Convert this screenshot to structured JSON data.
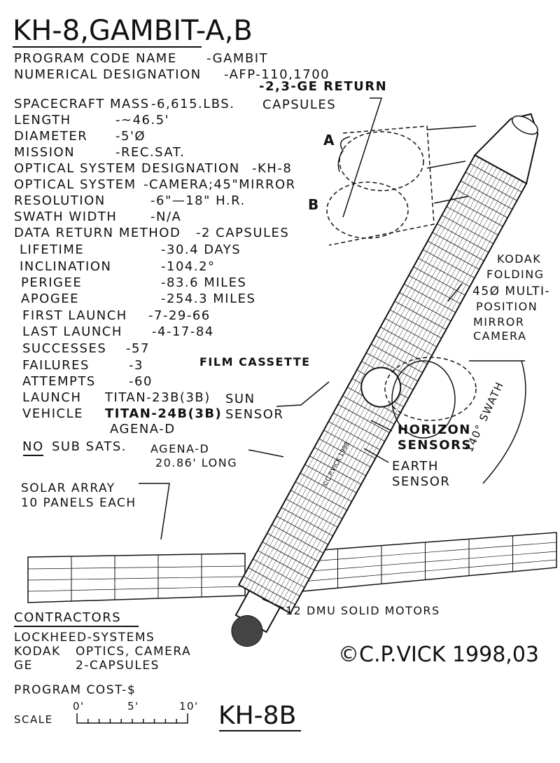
{
  "title": "KH-8,GAMBIT-A,B",
  "specs": [
    {
      "label": "PROGRAM CODE NAME",
      "value": "-GAMBIT"
    },
    {
      "label": "NUMERICAL DESIGNATION",
      "value": "-AFP-110,1700"
    },
    {
      "label": "SPACECRAFT MASS",
      "value": "-6,615.LBS."
    },
    {
      "label": "LENGTH",
      "value": "-~46.5'"
    },
    {
      "label": "DIAMETER",
      "value": "-5'Ø"
    },
    {
      "label": "MISSION",
      "value": "-REC.SAT."
    },
    {
      "label": "OPTICAL SYSTEM DESIGNATION",
      "value": "-KH-8"
    },
    {
      "label": "OPTICAL SYSTEM",
      "value": "-CAMERA;45\"MIRROR"
    },
    {
      "label": "RESOLUTION",
      "value": "-6\"—18\" H.R."
    },
    {
      "label": "SWATH WIDTH",
      "value": "-N/A"
    },
    {
      "label": "DATA RETURN METHOD",
      "value": "-2 CAPSULES"
    },
    {
      "label": "LIFETIME",
      "value": "-30.4 DAYS"
    },
    {
      "label": "INCLINATION",
      "value": "-104.2°"
    },
    {
      "label": "PERIGEE",
      "value": "-83.6 MILES"
    },
    {
      "label": "APOGEE",
      "value": "-254.3 MILES"
    },
    {
      "label": "FIRST LAUNCH",
      "value": "-7-29-66"
    },
    {
      "label": "LAST LAUNCH",
      "value": "-4-17-84"
    },
    {
      "label": "SUCCESSES",
      "value": "-57"
    },
    {
      "label": "FAILURES",
      "value": "-3"
    },
    {
      "label": "ATTEMPTS",
      "value": "-60"
    },
    {
      "label": "LAUNCH",
      "value": "TITAN-23B(3B)"
    },
    {
      "label": "VEHICLE",
      "value": "TITAN-24B(3B)"
    },
    {
      "label": "",
      "value": "AGENA-D"
    },
    {
      "label": "NO",
      "value": "SUB SATS."
    }
  ],
  "callouts": {
    "ge_return": "-2,3-GE RETURN",
    "capsules": "CAPSULES",
    "a": "A",
    "b": "B",
    "kodak": [
      "KODAK",
      "FOLDING",
      "45Ø MULTI-",
      "POSITION",
      "MIRROR",
      "CAMERA"
    ],
    "film_cassette": "FILM CASSETTE",
    "sun_sensor": [
      "SUN",
      "SENSOR"
    ],
    "horizon_sensors": [
      "HORIZON",
      "SENSORS"
    ],
    "earth_sensor": [
      "EARTH",
      "SENSOR"
    ],
    "swath": "140° SWATH",
    "agena": [
      "AGENA-D",
      "20.86' LONG"
    ],
    "solar_array": [
      "SOLAR ARRAY",
      "10 PANELS EACH"
    ],
    "dmu": "12 DMU SOLID MOTORS",
    "watermark": "©C.P.VICK 1998"
  },
  "contractors": {
    "heading": "CONTRACTORS",
    "rows": [
      {
        "name": "LOCKHEED",
        "role": "-SYSTEMS"
      },
      {
        "name": "KODAK",
        "role": "OPTICS, CAMERA"
      },
      {
        "name": "GE",
        "role": "2-CAPSULES"
      }
    ]
  },
  "program_cost": "PROGRAM COST-$",
  "scale": {
    "label": "SCALE",
    "ticks": [
      "0'",
      "5'",
      "10'"
    ]
  },
  "copyright": "©C.P.VICK 1998,03",
  "model": "KH-8B"
}
